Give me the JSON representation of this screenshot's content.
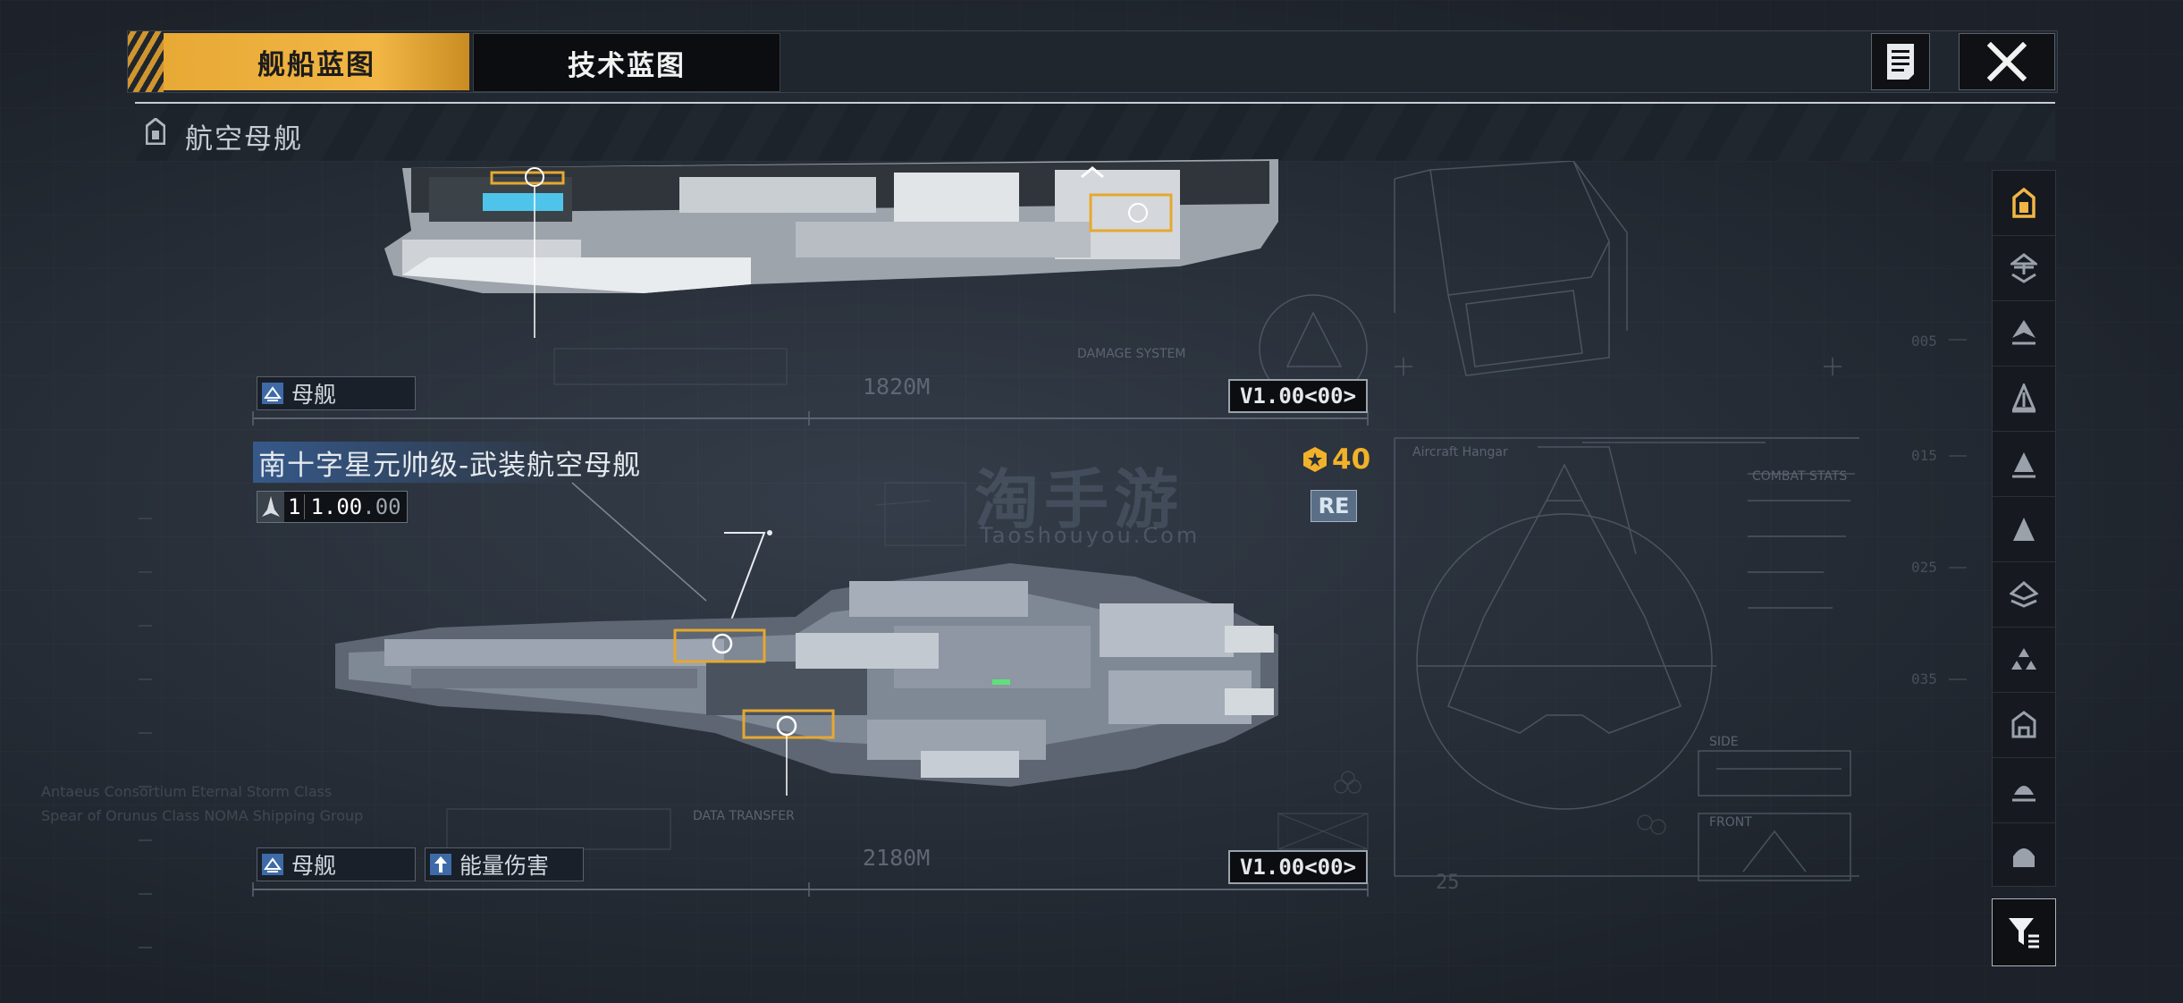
{
  "tabs": [
    {
      "label": "舰船蓝图",
      "active": true
    },
    {
      "label": "技术蓝图",
      "active": false
    }
  ],
  "subheader": {
    "title": "航空母舰"
  },
  "ships": [
    {
      "type_label": "母舰",
      "length": "1820M",
      "version": "V1.00<00>"
    },
    {
      "name": "南十字星元帅级-武装航空母舰",
      "cost": "40",
      "rarity": "RE",
      "level_main": "1",
      "level_value": "1.00",
      "level_sub": "00",
      "type_label": "母舰",
      "tag_label": "能量伤害",
      "length": "2180M",
      "version": "V1.00<00>"
    }
  ],
  "background": {
    "watermark": "淘手游",
    "watermark_sub": "Taoshouyou.Com",
    "blueprint_labels": [
      "Aircraft Hangar",
      "COMBAT STATS",
      "DATA TRANSFER",
      "SIDE",
      "FRONT",
      "DAMAGE SYSTEM"
    ],
    "side_lines": [
      "Antaeus Consortium Eternal Storm Class",
      "Spear of Orunus Class NOMA Shipping Group"
    ],
    "tick_numbers": [
      "005",
      "015",
      "025",
      "035",
      "25"
    ]
  },
  "colors": {
    "accent": "#F2B645",
    "panel": "#20262E",
    "rarity": "#5A6F85"
  },
  "icons": {
    "sidenav": [
      "carrier-icon",
      "cruiser-icon",
      "battlecruiser-icon",
      "destroyer-icon",
      "frigate-icon",
      "corvette-icon",
      "aircraft-icon",
      "squadron-icon",
      "base-icon",
      "support-icon",
      "special-icon"
    ],
    "filter": "filter-icon",
    "doc": "document-icon",
    "close": "close-icon"
  }
}
